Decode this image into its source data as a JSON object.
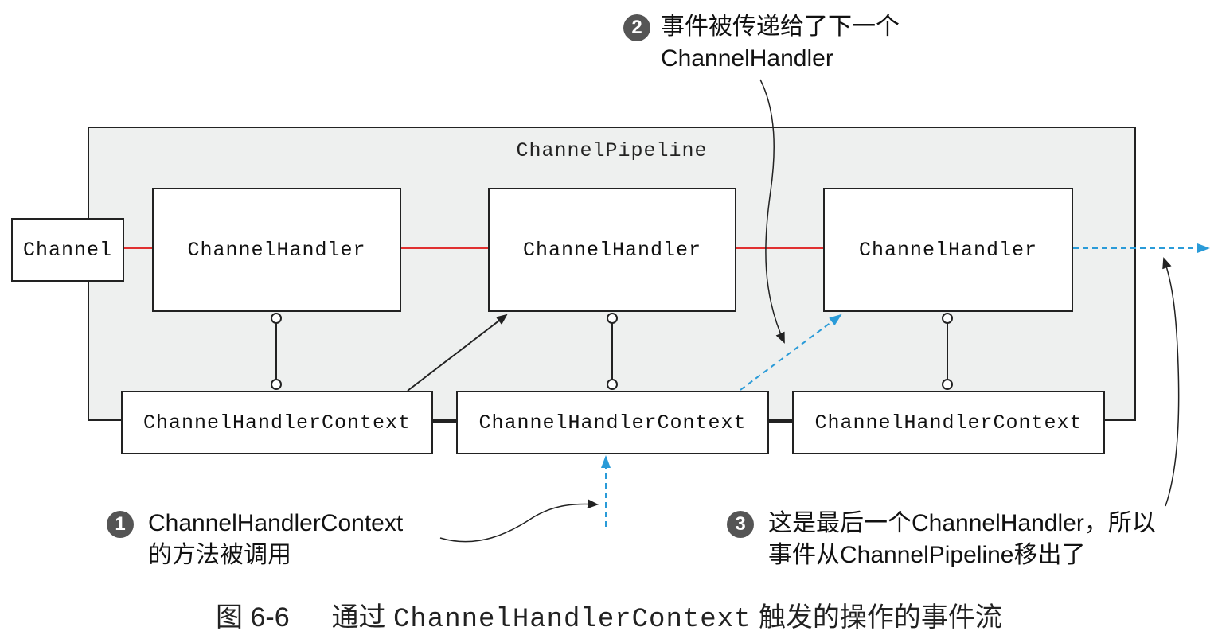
{
  "pipeline": {
    "label": "ChannelPipeline"
  },
  "channel": {
    "label": "Channel"
  },
  "handlers": [
    {
      "label": "ChannelHandler"
    },
    {
      "label": "ChannelHandler"
    },
    {
      "label": "ChannelHandler"
    }
  ],
  "contexts": [
    {
      "label": "ChannelHandlerContext"
    },
    {
      "label": "ChannelHandlerContext"
    },
    {
      "label": "ChannelHandlerContext"
    }
  ],
  "callouts": [
    {
      "number": "1",
      "line1": "ChannelHandlerContext",
      "line2": "的方法被调用"
    },
    {
      "number": "2",
      "line1": "事件被传递给了下一个",
      "line2": "ChannelHandler"
    },
    {
      "number": "3",
      "line1": "这是最后一个ChannelHandler，所以",
      "line2": "事件从ChannelPipeline移出了"
    }
  ],
  "caption": {
    "prefix": "图 6-6",
    "text_before": "通过",
    "code": "ChannelHandlerContext",
    "text_after": "触发的操作的事件流"
  },
  "colors": {
    "link_line": "#e03030",
    "event_flow": "#2a9bd8",
    "arrow_black": "#222222",
    "pipeline_fill": "#eef0ef",
    "badge": "#555555"
  }
}
